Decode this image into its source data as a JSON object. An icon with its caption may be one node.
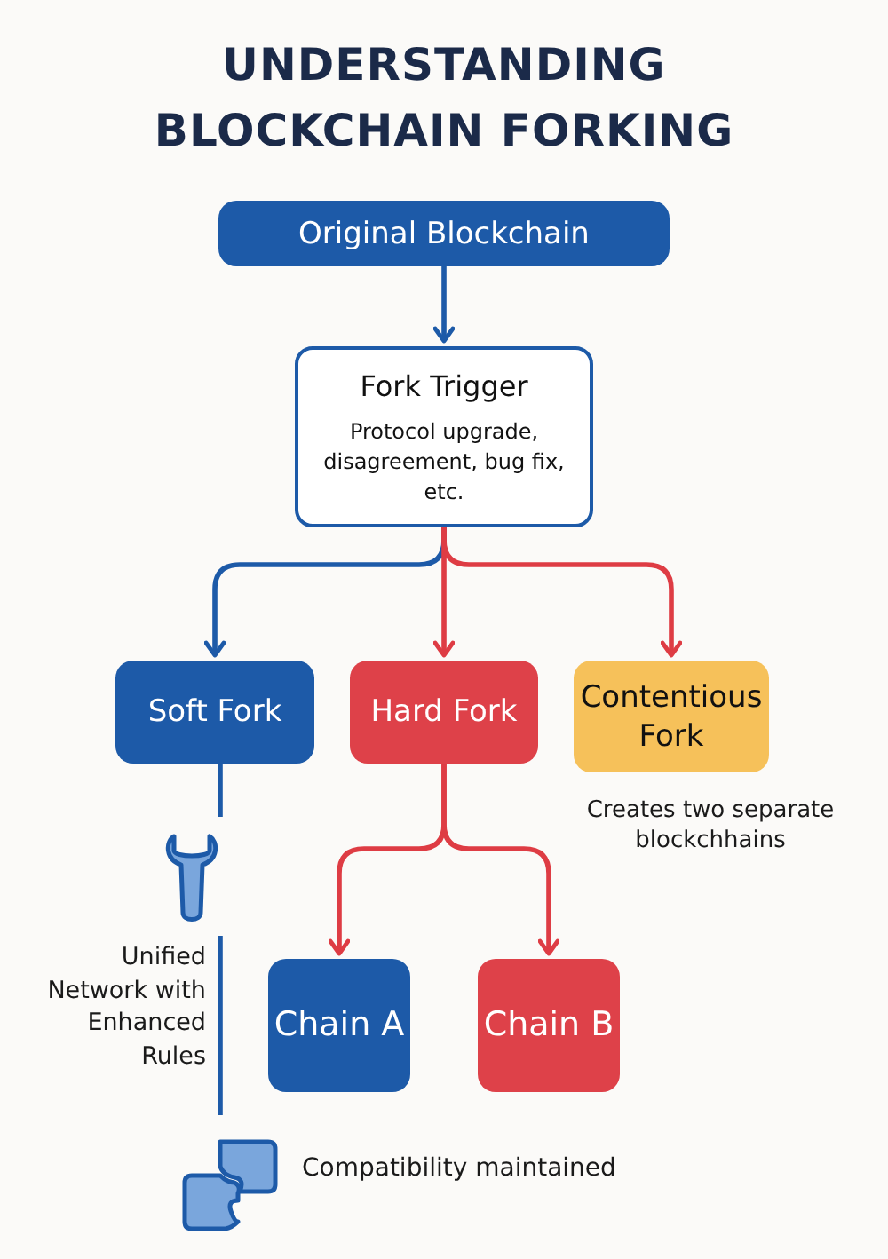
{
  "diagram": {
    "title": "UNDERSTANDING BLOCKCHAIN FORKING",
    "nodes": [
      {
        "text": [
          "Original Blockchain"
        ]
      },
      {
        "text": [
          "Fork Trigger",
          "Protocol upgrade, disagreement, bug fix, etc."
        ]
      },
      {
        "text": [
          "Soft Fork"
        ]
      },
      {
        "text": [
          "Hard Fork"
        ]
      },
      {
        "text": [
          "Contentious Fork"
        ],
        "beside": [
          "Creates two separate blockchhains"
        ]
      },
      {
        "text": [],
        "shape": "wrench"
      },
      {
        "text": [
          "Chain A"
        ]
      },
      {
        "text": [
          "Chain B"
        ]
      },
      {
        "text": [],
        "shape": "puzzle",
        "beside": [
          "Compatibility maintained"
        ]
      }
    ],
    "edges": [
      {
        "from": 0,
        "to": 1,
        "arrow": "to"
      },
      {
        "from": 1,
        "to": 2,
        "arrow": "to"
      },
      {
        "from": 1,
        "to": 3,
        "arrow": "to",
        "color": "#de3c44"
      },
      {
        "from": 1,
        "to": 4,
        "arrow": "to",
        "color": "#de3c44"
      },
      {
        "from": 3,
        "to": 6,
        "arrow": "to",
        "color": "#de3c44"
      },
      {
        "from": 3,
        "to": 7,
        "arrow": "to",
        "color": "#de3c44"
      },
      {
        "from": 2,
        "to": 5,
        "arrow": "none"
      },
      {
        "from": 5,
        "to": 8,
        "arrow": "none"
      }
    ],
    "labels": [
      "Unified Network with Enhanced Rules"
    ]
  }
}
